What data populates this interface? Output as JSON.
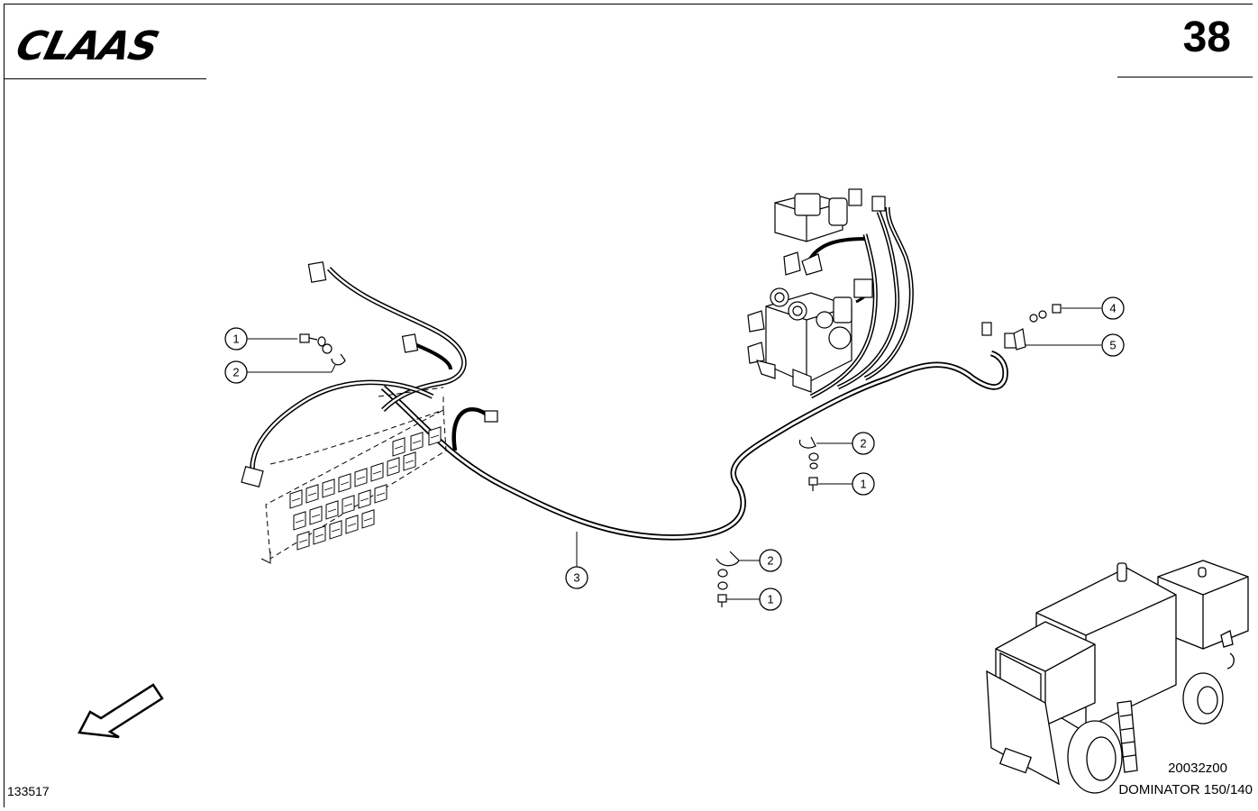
{
  "header": {
    "brand_logo_text": "CLAAS",
    "page_number": "38"
  },
  "footer": {
    "doc_number": "133517",
    "drawing_code": "20032z00",
    "model_name": "DOMINATOR 150/140"
  },
  "callouts": [
    {
      "id": "c1a",
      "label": "1"
    },
    {
      "id": "c2a",
      "label": "2"
    },
    {
      "id": "c4",
      "label": "4"
    },
    {
      "id": "c5",
      "label": "5"
    },
    {
      "id": "c2b",
      "label": "2"
    },
    {
      "id": "c1b",
      "label": "1"
    },
    {
      "id": "c3",
      "label": "3"
    },
    {
      "id": "c2c",
      "label": "2"
    },
    {
      "id": "c1c",
      "label": "1"
    }
  ],
  "colors": {
    "line": "#000000",
    "background": "#ffffff"
  }
}
